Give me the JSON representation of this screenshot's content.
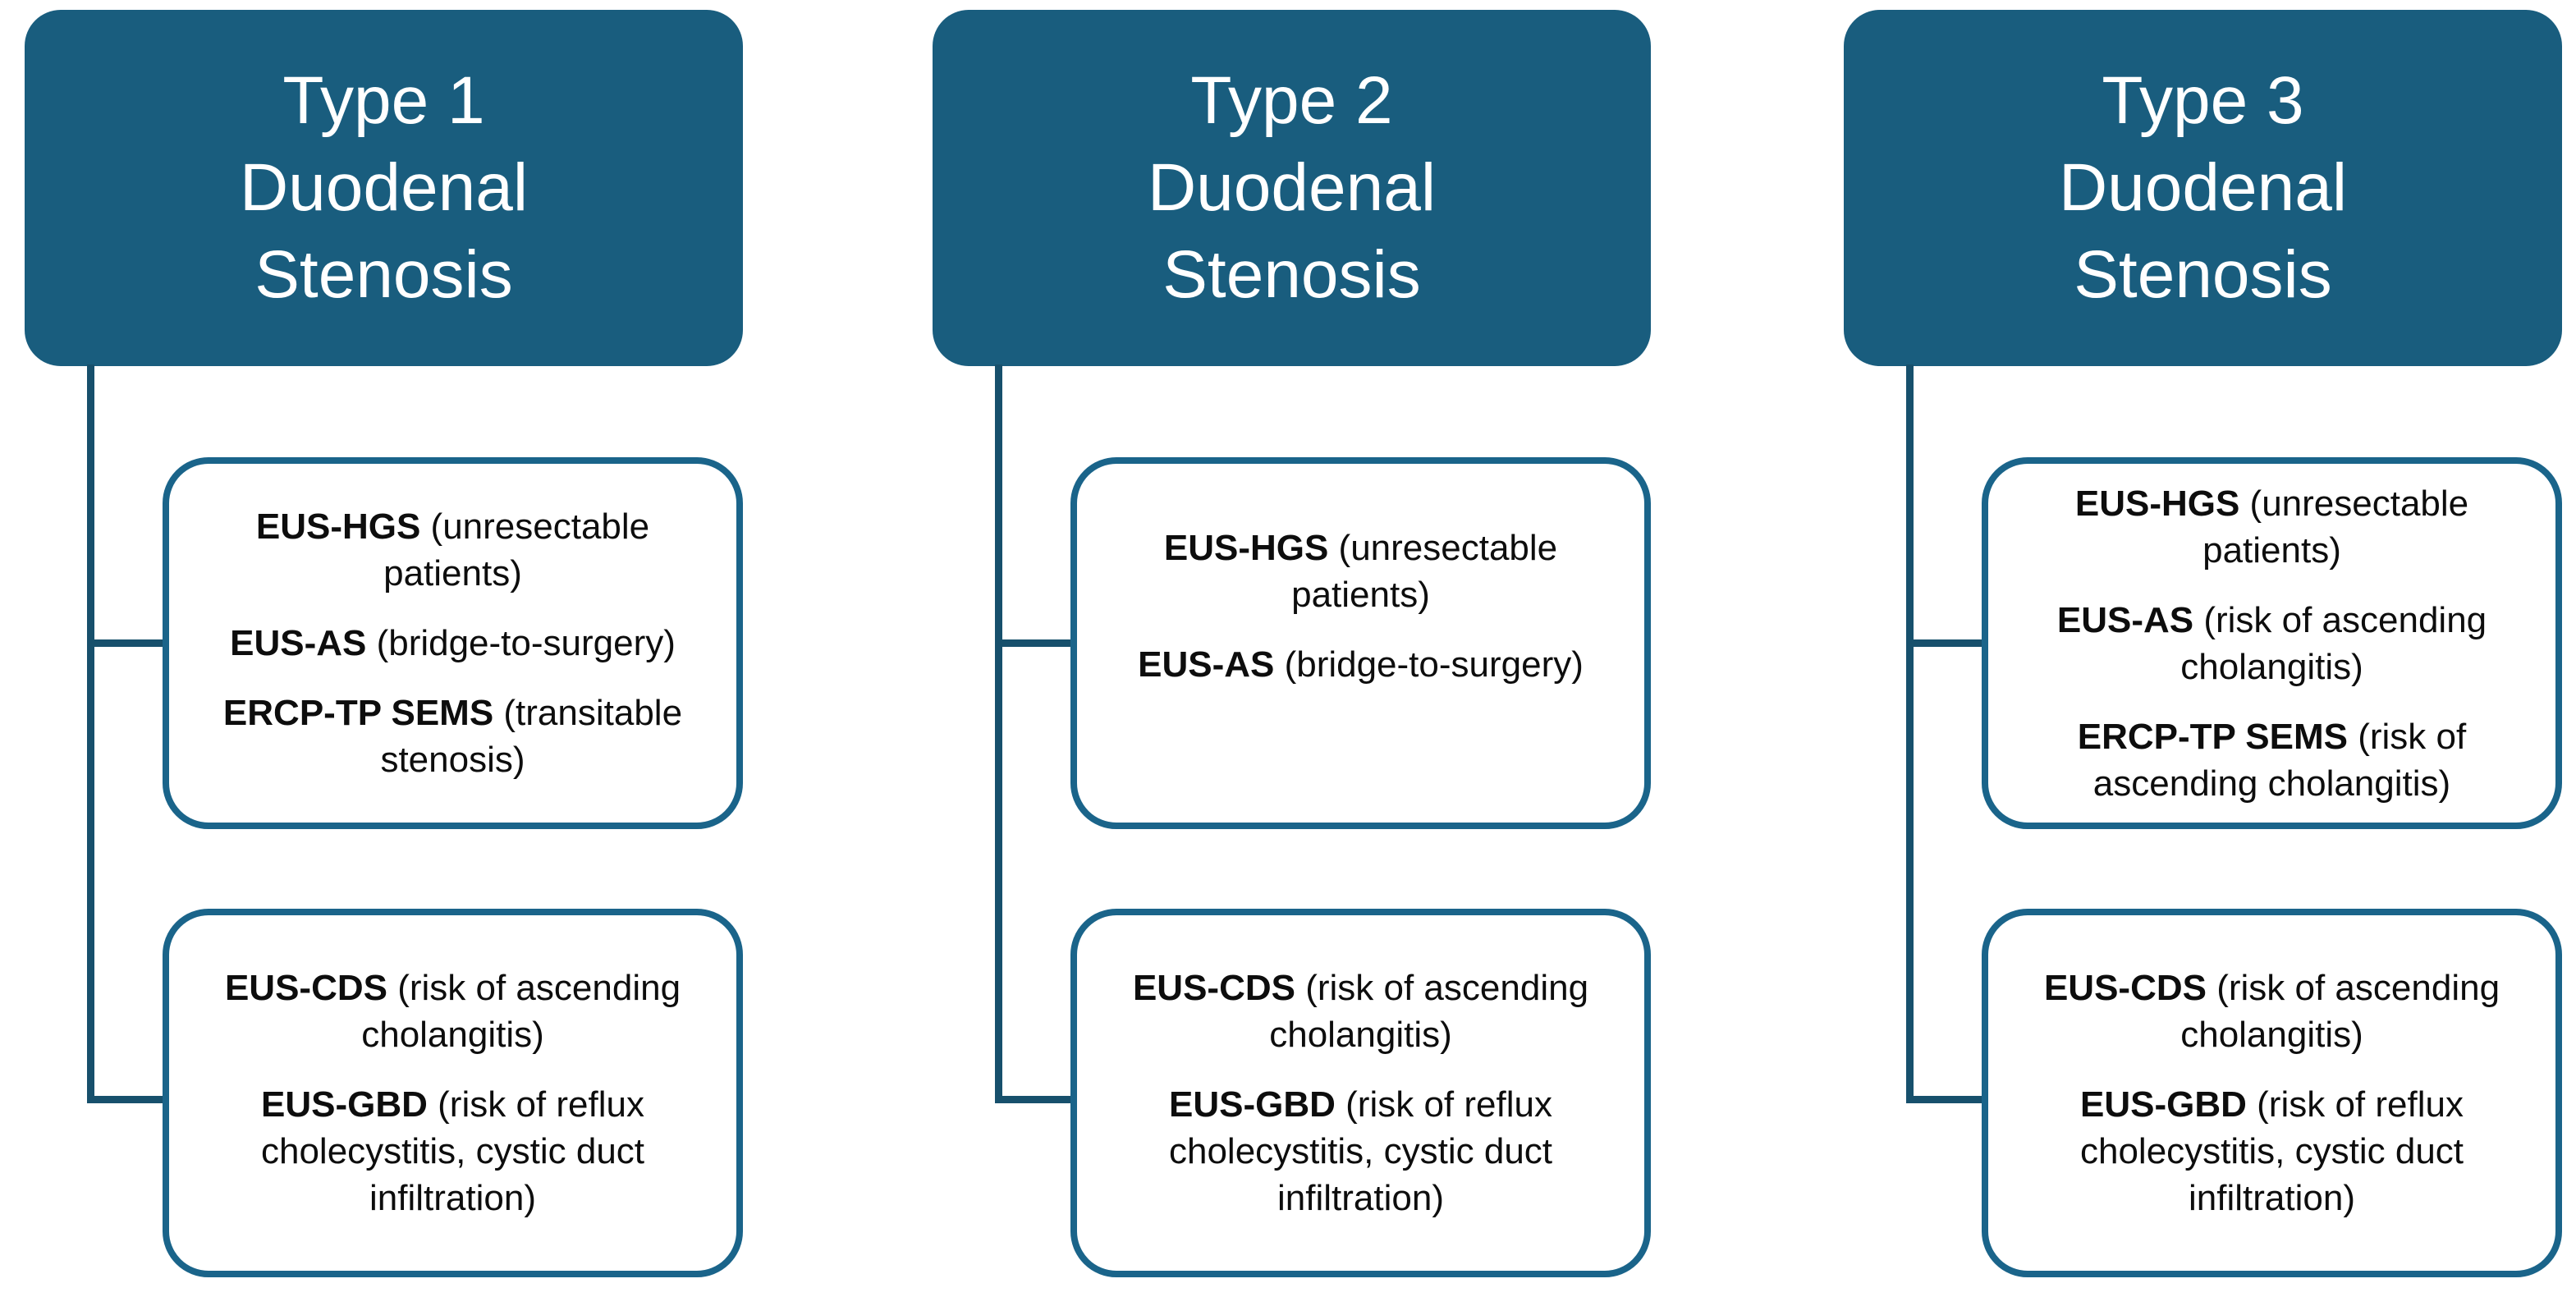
{
  "colors": {
    "header_fill": "#195d7e",
    "header_text": "#ffffff",
    "box_border": "#1a648a",
    "connector": "#17506c",
    "box_text": "#0d0d0d",
    "background": "#ffffff"
  },
  "columns": [
    {
      "header_lines": [
        "Type 1",
        "Duodenal",
        "Stenosis"
      ],
      "boxes": [
        {
          "items": [
            {
              "name": "EUS-HGS",
              "desc": " (unresectable patients)"
            },
            {
              "name": "EUS-AS",
              "desc": " (bridge-to-surgery)"
            },
            {
              "name": "ERCP-TP SEMS",
              "desc": " (transitable stenosis)"
            }
          ]
        },
        {
          "items": [
            {
              "name": "EUS-CDS",
              "desc": " (risk of ascending cholangitis)"
            },
            {
              "name": "EUS-GBD",
              "desc": " (risk of reflux cholecystitis, cystic duct infiltration)"
            }
          ]
        }
      ]
    },
    {
      "header_lines": [
        "Type 2",
        "Duodenal",
        "Stenosis"
      ],
      "boxes": [
        {
          "items": [
            {
              "name": "EUS-HGS",
              "desc": " (unresectable patients)"
            },
            {
              "name": "EUS-AS",
              "desc": " (bridge-to-surgery)"
            }
          ]
        },
        {
          "items": [
            {
              "name": "EUS-CDS",
              "desc": " (risk of ascending cholangitis)"
            },
            {
              "name": "EUS-GBD",
              "desc": " (risk of reflux cholecystitis, cystic duct infiltration)"
            }
          ]
        }
      ]
    },
    {
      "header_lines": [
        "Type 3",
        "Duodenal",
        "Stenosis"
      ],
      "boxes": [
        {
          "items": [
            {
              "name": "EUS-HGS",
              "desc": " (unresectable patients)"
            },
            {
              "name": "EUS-AS",
              "desc": " (risk of ascending cholangitis)"
            },
            {
              "name": "ERCP-TP SEMS",
              "desc": " (risk of ascending cholangitis)"
            }
          ]
        },
        {
          "items": [
            {
              "name": "EUS-CDS",
              "desc": " (risk of ascending cholangitis)"
            },
            {
              "name": "EUS-GBD",
              "desc": " (risk of reflux cholecystitis, cystic duct infiltration)"
            }
          ]
        }
      ]
    }
  ]
}
